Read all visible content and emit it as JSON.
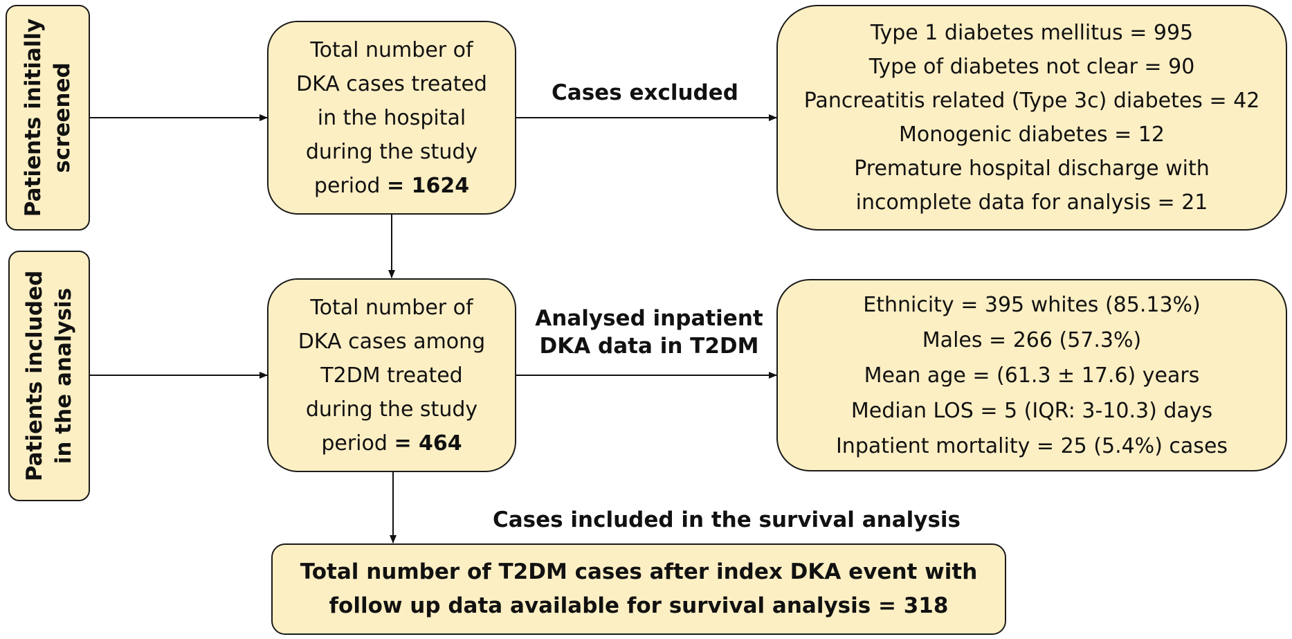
{
  "side_labels": {
    "screened": [
      "Patients initially",
      "screened"
    ],
    "included": [
      "Patients  included",
      "in the analysis"
    ]
  },
  "boxes": {
    "total_cases": {
      "lines": [
        "Total number of",
        "DKA cases treated",
        "in the hospital",
        "during the study"
      ],
      "last_prefix": "period ",
      "last_value": "= 1624"
    },
    "excluded_list": {
      "lines": [
        "Type 1 diabetes mellitus = 995",
        "Type of diabetes not clear = 90",
        "Pancreatitis related (Type 3c) diabetes = 42",
        "Monogenic diabetes = 12",
        "Premature hospital discharge with",
        "incomplete data for analysis = 21"
      ]
    },
    "t2dm_cases": {
      "lines": [
        "Total number of",
        "DKA cases among",
        "T2DM treated",
        "during the study"
      ],
      "last_prefix": "period ",
      "last_value": "= 464"
    },
    "characteristics": {
      "lines": [
        "Ethnicity = 395 whites (85.13%)",
        "Males = 266 (57.3%)",
        "Mean age = (61.3 ± 17.6) years",
        "Median LOS = 5 (IQR: 3-10.3) days",
        "Inpatient mortality = 25 (5.4%) cases"
      ]
    },
    "survival": {
      "lines": [
        "Total number of T2DM cases after index DKA event with",
        "follow up data available for survival analysis = 318"
      ]
    }
  },
  "arrow_labels": {
    "excluded": [
      "Cases excluded"
    ],
    "analysed": [
      "Analysed inpatient",
      "DKA data in T2DM"
    ],
    "survival": [
      "Cases included in the survival analysis"
    ]
  }
}
